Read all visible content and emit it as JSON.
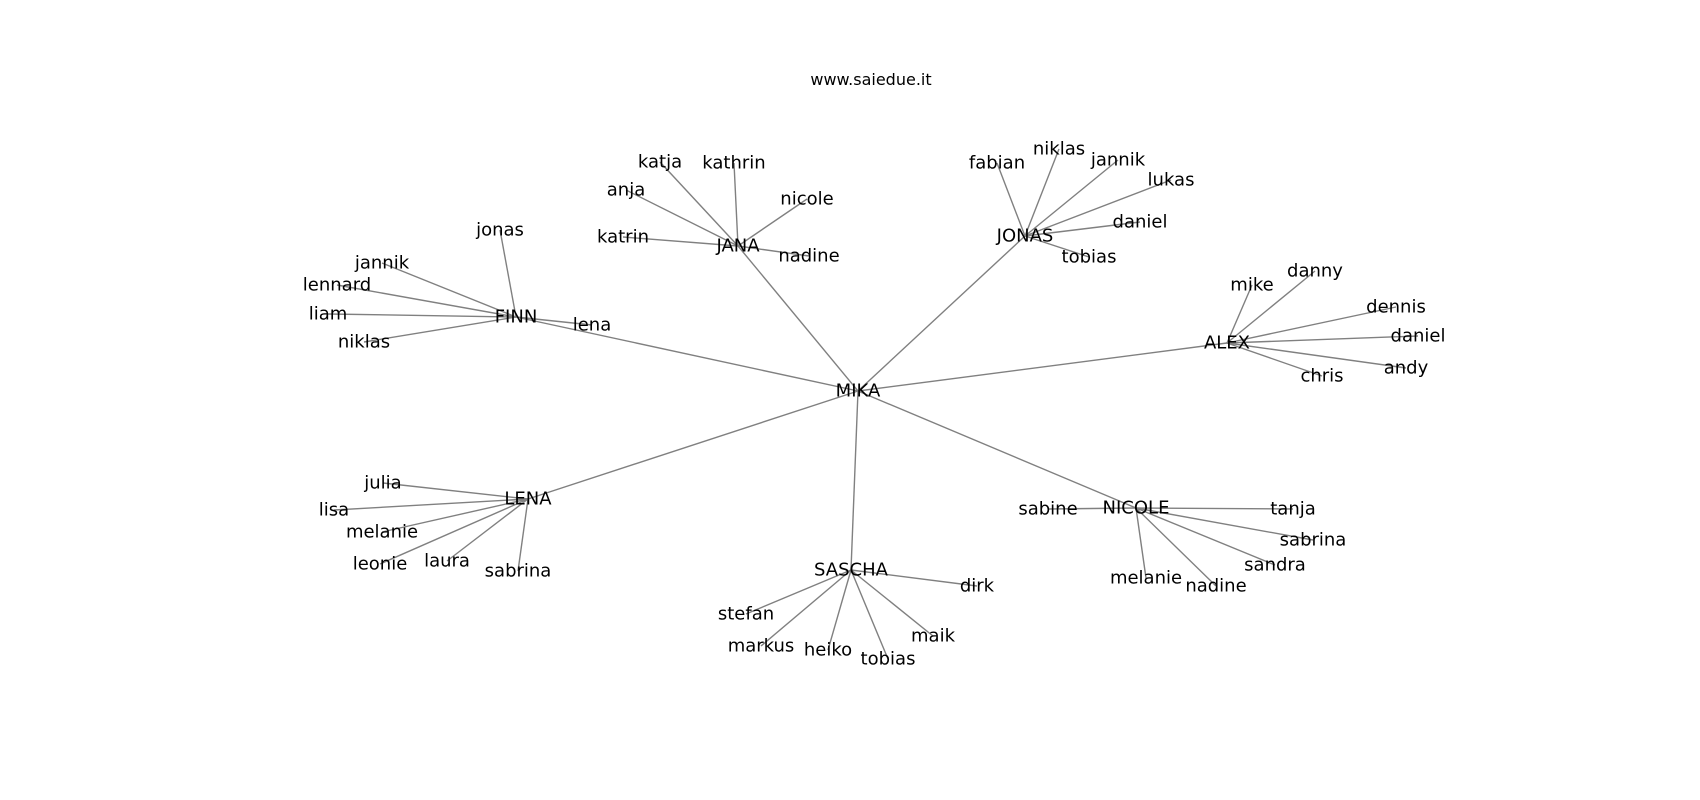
{
  "header": {
    "site": "www.saiedue.it"
  },
  "diagram": {
    "type": "network",
    "edge_color": "#808080",
    "root": "MIKA",
    "groups": [
      {
        "hub": "FINN",
        "leaves": [
          "jonas",
          "jannik",
          "lennard",
          "liam",
          "niklas",
          "lena"
        ]
      },
      {
        "hub": "JANA",
        "leaves": [
          "katja",
          "kathrin",
          "anja",
          "nicole",
          "katrin",
          "nadine"
        ]
      },
      {
        "hub": "JONAS",
        "leaves": [
          "fabian",
          "niklas",
          "jannik",
          "lukas",
          "daniel",
          "tobias"
        ]
      },
      {
        "hub": "ALEX",
        "leaves": [
          "mike",
          "danny",
          "dennis",
          "daniel",
          "andy",
          "chris"
        ]
      },
      {
        "hub": "LENA",
        "leaves": [
          "julia",
          "lisa",
          "melanie",
          "leonie",
          "laura",
          "sabrina"
        ]
      },
      {
        "hub": "SASCHA",
        "leaves": [
          "dirk",
          "stefan",
          "markus",
          "heiko",
          "tobias",
          "maik"
        ]
      },
      {
        "hub": "NICOLE",
        "leaves": [
          "sabine",
          "tanja",
          "sabrina",
          "sandra",
          "melanie",
          "nadine"
        ]
      }
    ]
  }
}
